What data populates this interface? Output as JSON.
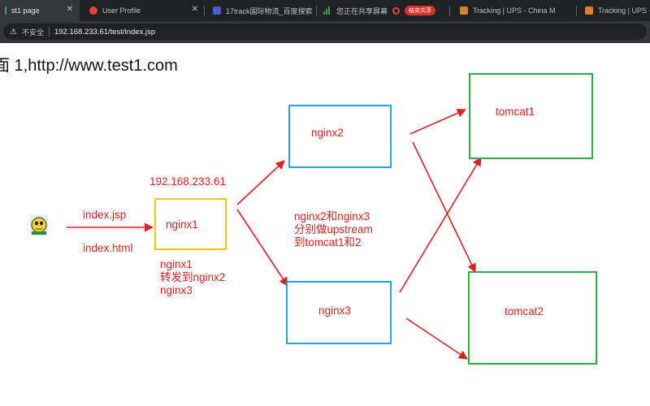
{
  "browser": {
    "tabs": [
      {
        "title": "st1 page",
        "icon": "green-page-icon",
        "active": true
      },
      {
        "title": "User Profile",
        "icon": "red-circle-icon"
      },
      {
        "title": "17track国际物流_百度搜索",
        "icon": "baidu-paw-icon"
      },
      {
        "title": "您正在共享屏幕",
        "icon": "sharing-bars-icon",
        "button": "结束共享"
      },
      {
        "title": "Tracking | UPS - China M",
        "icon": "ups-shield-icon"
      },
      {
        "title": "Tracking | UPS -",
        "icon": "ups-shield-icon"
      }
    ],
    "address": {
      "security_label": "不安全",
      "url": "192.168.233.61/test/index.jsp"
    }
  },
  "page": {
    "title": "面 1,http://www.test1.com"
  },
  "diagram": {
    "client_icon": "yellow-character-icon",
    "request_labels": [
      "index.jsp",
      "index.html"
    ],
    "ip_label": "192.168.233.61",
    "nodes": {
      "nginx1": "nginx1",
      "nginx2": "nginx2",
      "nginx3": "nginx3",
      "tomcat1": "tomcat1",
      "tomcat2": "tomcat2"
    },
    "note_nginx1": [
      "nginx1",
      "转发到nginx2",
      "nginx3"
    ],
    "note_upstream": [
      "nginx2和nginx3",
      "分别做upstream",
      "到tomcat1和2"
    ]
  },
  "colors": {
    "annotation_red": "#e02020",
    "nginx_blue": "#2d9fe0",
    "nginx1_yellow": "#f3c319",
    "tomcat_green": "#27b043"
  }
}
